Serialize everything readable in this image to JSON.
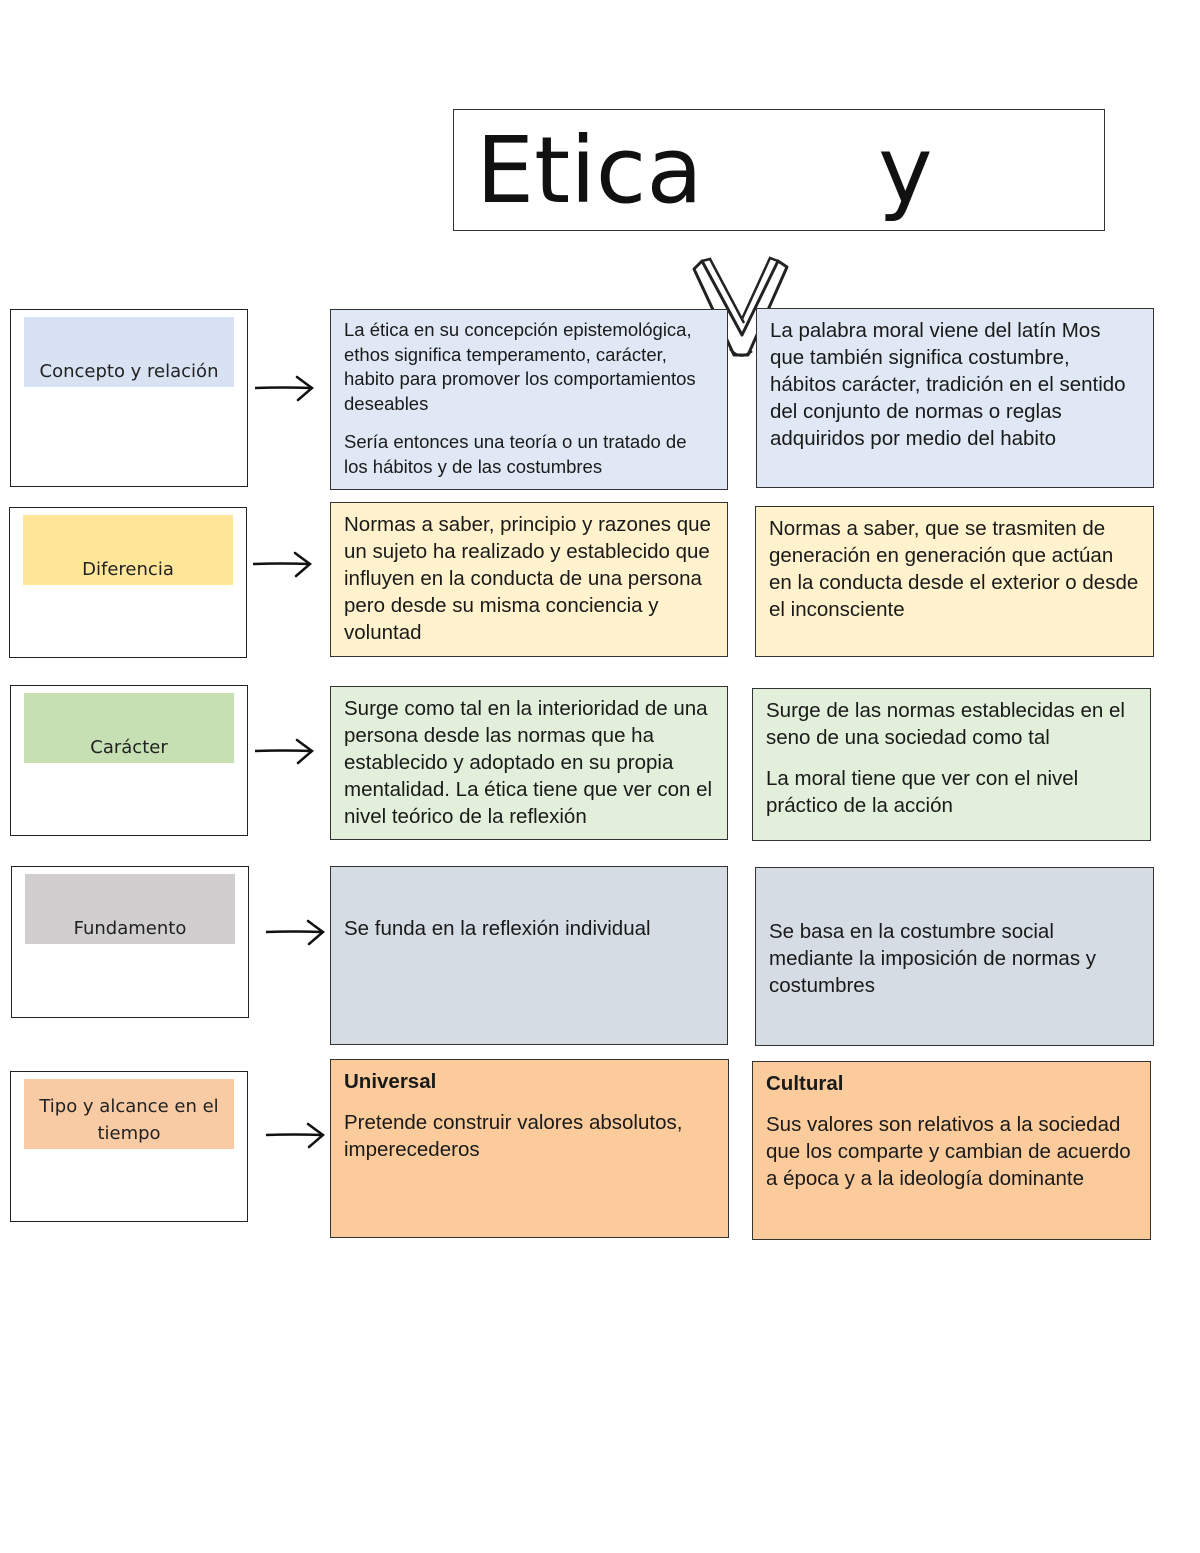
{
  "title": "Etica      y",
  "logo_icon": "v-letter-icon",
  "colors": {
    "blue": "#dfe8f4",
    "yellow": "#fff2cc",
    "green": "#e2efda",
    "gray": "#d6dce4",
    "orange": "#fbcb9b"
  },
  "rows": [
    {
      "label": "Concepto y relación",
      "etica": {
        "paragraphs": [
          "La ética en su concepción epistemológica, ethos significa temperamento, carácter, habito para promover los comportamientos deseables",
          "Sería entonces una teoría o un tratado de los hábitos y de las costumbres"
        ]
      },
      "moral": {
        "paragraphs": [
          "La palabra moral viene del latín Mos que también significa costumbre, hábitos carácter, tradición en el sentido del conjunto de normas o reglas adquiridos por medio del habito"
        ]
      }
    },
    {
      "label": "Diferencia",
      "etica": {
        "paragraphs": [
          "Normas a saber, principio y razones que un sujeto ha realizado y establecido que influyen en la conducta de una persona pero desde su misma conciencia y voluntad"
        ]
      },
      "moral": {
        "paragraphs": [
          "Normas a saber, que se trasmiten de generación en  generación que actúan en la conducta desde el exterior o desde el inconsciente"
        ]
      }
    },
    {
      "label": "Carácter",
      "etica": {
        "paragraphs": [
          "Surge como tal en la interioridad de una persona desde las normas que ha establecido  y adoptado en su propia mentalidad. La ética tiene que ver con el nivel teórico de la reflexión"
        ]
      },
      "moral": {
        "paragraphs": [
          "Surge de las normas establecidas en el seno de una sociedad como tal",
          "La moral tiene que ver con el nivel práctico de la acción"
        ]
      }
    },
    {
      "label": "Fundamento",
      "etica": {
        "paragraphs": [
          "Se funda en la reflexión individual"
        ]
      },
      "moral": {
        "paragraphs": [
          "Se basa en la costumbre social mediante la imposición de normas y costumbres"
        ]
      }
    },
    {
      "label": "Tipo y alcance en el tiempo",
      "etica": {
        "heading": "Universal",
        "paragraphs": [
          "Pretende construir valores absolutos, imperecederos"
        ]
      },
      "moral": {
        "heading": "Cultural",
        "paragraphs": [
          "Sus valores son relativos a la sociedad que los comparte y cambian de acuerdo a  época y a la ideología dominante"
        ]
      }
    }
  ]
}
